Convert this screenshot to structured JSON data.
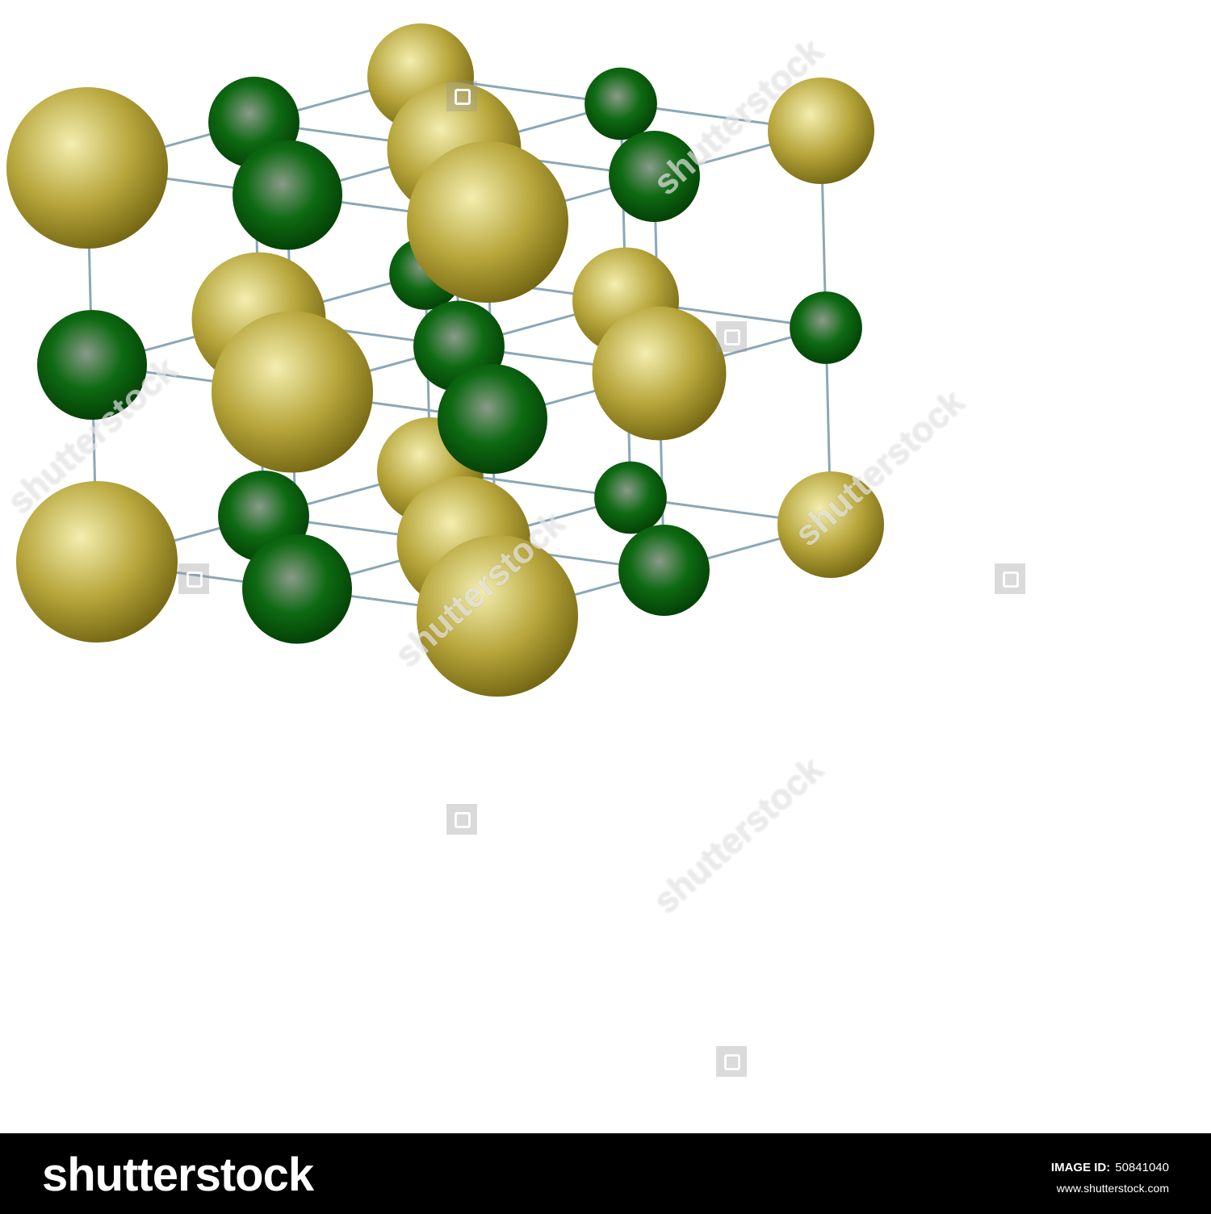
{
  "colors": {
    "edge": "#8aa7b8",
    "gold_light": "#f4eeb0",
    "gold_mid": "#b6a53a",
    "gold_dark": "#6f6210",
    "green_light": "#8a9a8a",
    "green_mid": "#0e6a12",
    "green_dark": "#023a05",
    "footer_bg": "#000000",
    "footer_text": "#ffffff"
  },
  "lattice": {
    "structure": "rock salt cubic lattice",
    "grid_size": 3,
    "atom_kinds": [
      "gold-ion",
      "green-ion"
    ]
  },
  "watermark": {
    "text": "shutterstock",
    "glyph": "shutterstock-square-icon"
  },
  "footer": {
    "logo_text": "shutterstock",
    "image_id_label": "IMAGE ID:",
    "image_id_value": "50841040",
    "url": "www.shutterstock.com"
  }
}
